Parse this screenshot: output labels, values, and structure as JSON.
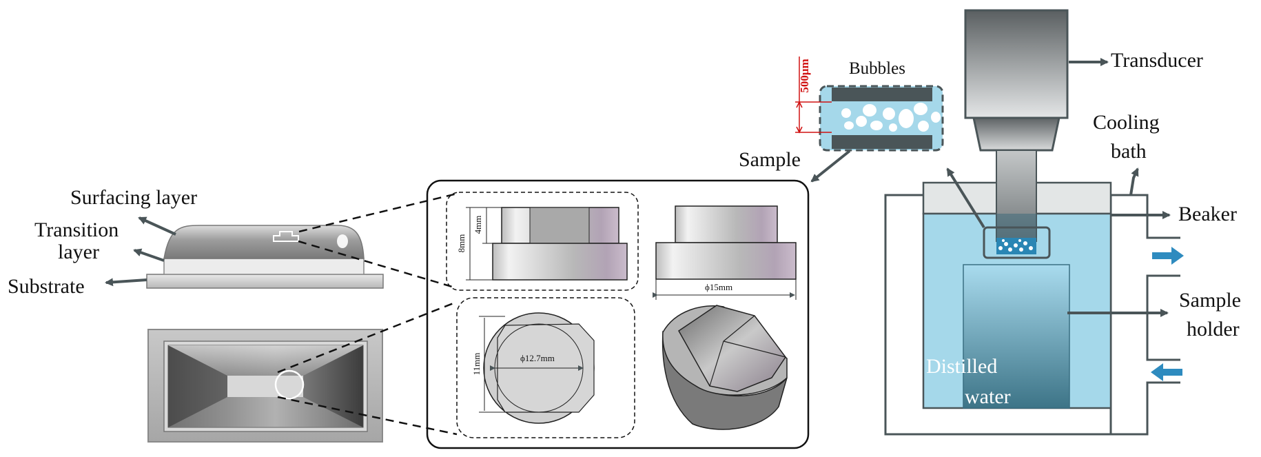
{
  "labels": {
    "surfacing_layer": "Surfacing layer",
    "transition_layer_1": "Transition",
    "transition_layer_2": "layer",
    "substrate": "Substrate",
    "bubbles": "Bubbles",
    "scale_bar": "500μm",
    "sample": "Sample",
    "transducer": "Transducer",
    "cooling_bath_1": "Cooling",
    "cooling_bath_2": "bath",
    "beaker": "Beaker",
    "sample_holder_1": "Sample",
    "sample_holder_2": "holder",
    "distilled_water_1": "Distilled",
    "distilled_water_2": "water"
  },
  "dimensions": {
    "height_total": "8mm",
    "height_top": "4mm",
    "diameter_base": "ϕ15mm",
    "diameter_circle": "ϕ12.7mm",
    "flat_width": "11mm"
  },
  "colors": {
    "water": "#a5d8ea",
    "arrow_blue": "#2e8bbf",
    "scale_red": "#d01010",
    "outline": "#4a5558"
  }
}
